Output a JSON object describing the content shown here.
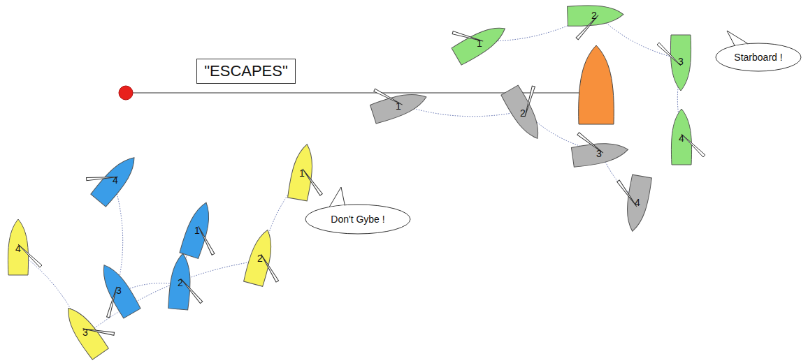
{
  "diagram": {
    "nodes": [
      {
        "text": [
          "\"ESCAPES\""
        ]
      },
      {
        "text": [
          "1"
        ]
      },
      {
        "text": [
          "2"
        ]
      },
      {
        "text": [
          "3"
        ]
      },
      {
        "text": [
          "4"
        ]
      },
      {
        "text": [
          "1"
        ]
      },
      {
        "text": [
          "2"
        ]
      },
      {
        "text": [
          "3"
        ]
      },
      {
        "text": [
          "4"
        ]
      },
      {
        "text": [
          "Starboard !"
        ]
      },
      {
        "text": [
          "1"
        ]
      },
      {
        "text": [
          "2"
        ]
      },
      {
        "text": [
          "3"
        ]
      },
      {
        "text": [
          "4"
        ]
      },
      {
        "text": [
          "Don't Gybe !"
        ]
      },
      {
        "text": [
          "1"
        ]
      },
      {
        "text": [
          "2"
        ]
      },
      {
        "text": [
          "3"
        ]
      },
      {
        "text": [
          "4"
        ]
      }
    ],
    "edges": [
      {
        "from": 1,
        "to": 2,
        "arrow": "none"
      },
      {
        "from": 2,
        "to": 3,
        "arrow": "none"
      },
      {
        "from": 3,
        "to": 4,
        "arrow": "none"
      },
      {
        "from": 5,
        "to": 6,
        "arrow": "none"
      },
      {
        "from": 6,
        "to": 7,
        "arrow": "none"
      },
      {
        "from": 7,
        "to": 8,
        "arrow": "none"
      },
      {
        "from": 10,
        "to": 11,
        "arrow": "none"
      },
      {
        "from": 11,
        "to": 12,
        "arrow": "none"
      },
      {
        "from": 12,
        "to": 13,
        "arrow": "none"
      },
      {
        "from": 15,
        "to": 16,
        "arrow": "none"
      },
      {
        "from": 16,
        "to": 17,
        "arrow": "none"
      },
      {
        "from": 17,
        "to": 18,
        "arrow": "none"
      }
    ]
  }
}
